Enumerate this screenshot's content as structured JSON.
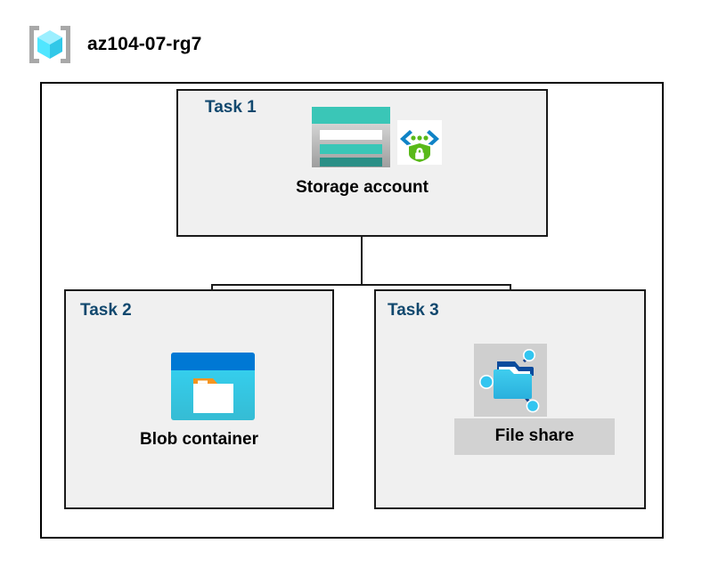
{
  "header": {
    "icon": "azure-resource-group-icon",
    "title": "az104-07-rg7"
  },
  "diagram": {
    "type": "hierarchy",
    "container": "resource-group",
    "tasks": [
      {
        "id": "task1",
        "label": "Task 1",
        "node_label": "Storage account",
        "icons": [
          "storage-account-icon",
          "security-shield-icon"
        ]
      },
      {
        "id": "task2",
        "label": "Task 2",
        "node_label": "Blob container",
        "icons": [
          "blob-container-icon"
        ]
      },
      {
        "id": "task3",
        "label": "Task 3",
        "node_label": "File share",
        "icons": [
          "file-share-icon"
        ],
        "highlighted": true
      }
    ],
    "connections": [
      {
        "from": "task1",
        "to": "task2"
      },
      {
        "from": "task1",
        "to": "task3"
      }
    ]
  },
  "colors": {
    "task_label": "#11486e",
    "node_label": "#000000",
    "box_border": "#1a1a1a",
    "box_fill": "#f0f0f0",
    "page_background": "#ffffff",
    "highlight": "#d2d2d2",
    "storage_teal": "#3ac6b7",
    "storage_teal_dark": "#2a8f86",
    "shield_green": "#59b919",
    "bracket_blue": "#0f83c6",
    "blob_blue": "#0078d4",
    "blob_cyan": "#32d3f0",
    "blob_orange": "#f7941e",
    "folder_cyan": "#32bde8",
    "folder_blue_dark": "#0a4b9c",
    "cube_cyan": "#50e6ff",
    "bracket_gray": "#a0a0a0"
  }
}
